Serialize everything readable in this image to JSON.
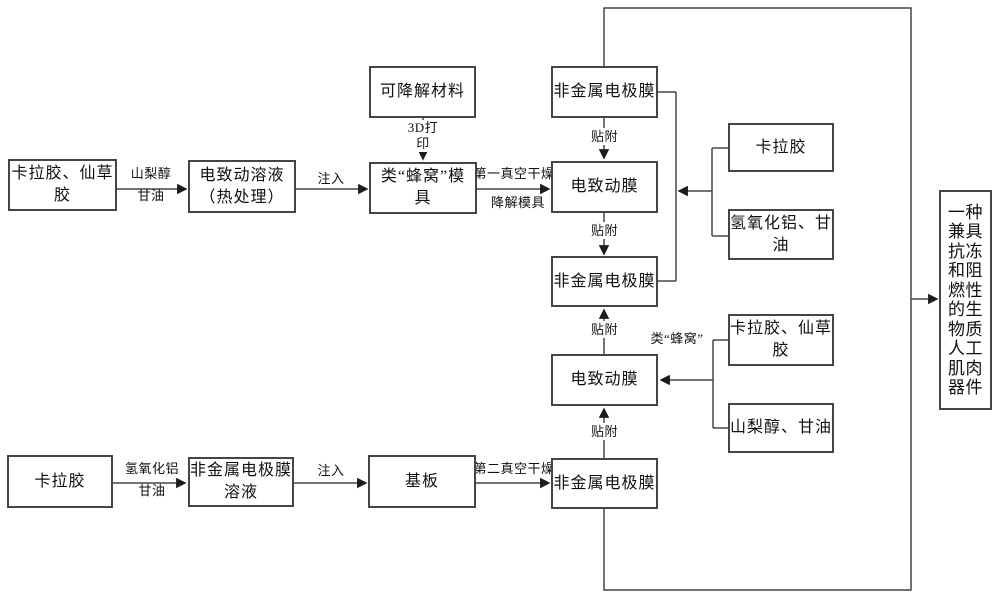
{
  "colors": {
    "line": "#454545",
    "text": "#111111",
    "background": "#ffffff"
  },
  "nodes": {
    "carrageenan_grass_top": "卡拉胶、仙草\n胶",
    "electroactive_solution": "电致动溶液\n（热处理）",
    "degradable_material": "可降解材料",
    "honeycomb_mold": "类“蜂窝”模\n具",
    "electrode_film_top": "非金属电极膜",
    "electroactive_film_upper": "电致动膜",
    "carrageenan_right": "卡拉胶",
    "aluminum_hydroxide_glycerol": "氢氧化铝、甘\n油",
    "electrode_film_middle": "非金属电极膜",
    "carrageenan_grass_right": "卡拉胶、仙草\n胶",
    "sorbitol_glycerol_right": "山梨醇、甘油",
    "electroactive_film_lower": "电致动膜",
    "carrageenan_bottom": "卡拉胶",
    "electrode_film_solution": "非金属电极膜\n溶液",
    "substrate": "基板",
    "electrode_film_bottom": "非金属电极膜",
    "final_product": "一种\n兼具\n抗冻\n和阻\n燃性\n的生\n物质\n人工\n肌肉\n器件"
  },
  "edge_labels": {
    "sorbitol_glycerol": "山梨醇\n甘油",
    "inject": "注入",
    "print_3d": "3D打\n印",
    "first_vacuum_dry": "第一真空干燥",
    "degrade_mold": "降解模具",
    "attach": "贴附",
    "honeycomb": "类“蜂窝”",
    "aluminum_hydroxide_glycerol": "氢氧化铝\n甘油",
    "second_vacuum_dry": "第二真空干燥"
  }
}
